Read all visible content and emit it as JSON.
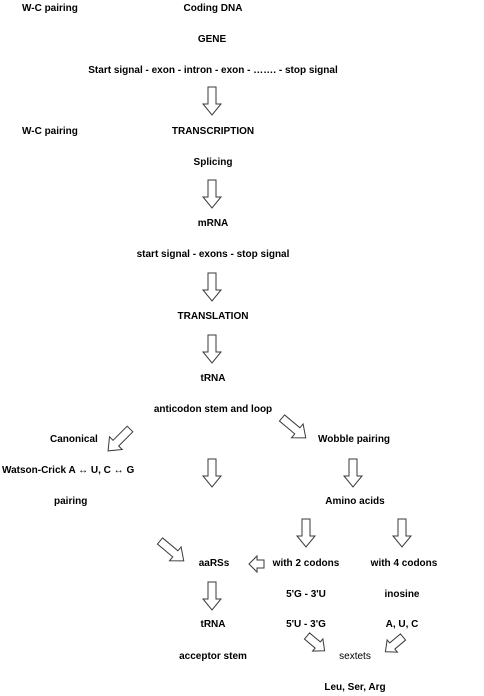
{
  "labels": {
    "wc_pairing_1": "W-C pairing",
    "coding_dna": "Coding DNA",
    "gene": "GENE",
    "gene_structure": "Start signal - exon - intron - exon - ……. - stop signal",
    "wc_pairing_2": "W-C pairing",
    "transcription": "TRANSCRIPTION",
    "splicing": "Splicing",
    "mrna": "mRNA",
    "mrna_structure": "start signal - exons - stop signal",
    "translation": "TRANSLATION",
    "trna": "tRNA",
    "anticodon": "anticodon stem and loop",
    "canonical": "Canonical",
    "wobble": "Wobble pairing",
    "watson_crick": "Watson-Crick A ↔ U, C ↔ G",
    "pairing": "pairing",
    "amino_acids": "Amino acids",
    "aarss": "aaRSs",
    "two_codons": "with 2 codons",
    "four_codons": "with 4 codons",
    "g_u": "5'G - 3'U",
    "inosine": "inosine",
    "trna_2": "tRNA",
    "u_g": "5'U - 3'G",
    "auc": "A, U, C",
    "acceptor_stem": "acceptor stem",
    "sextets": "sextets",
    "leu_ser_arg": "Leu, Ser, Arg"
  }
}
